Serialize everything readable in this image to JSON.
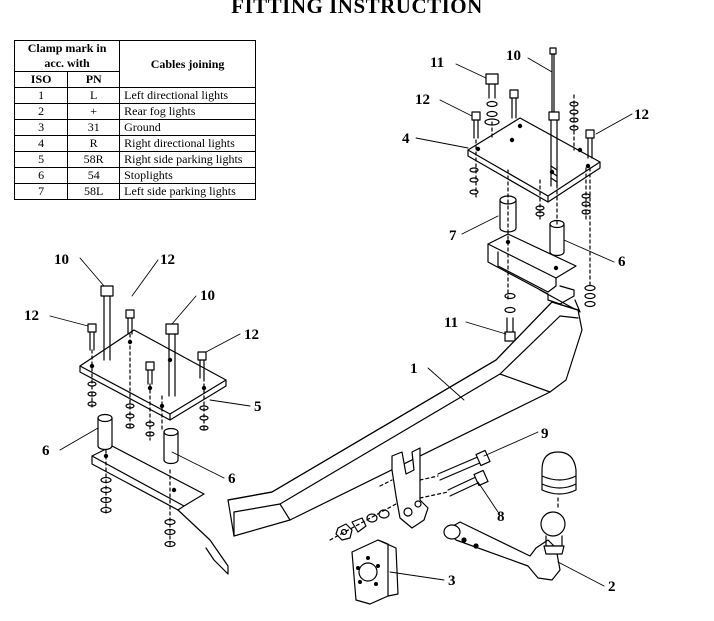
{
  "title": "FITTING INSTRUCTION",
  "table": {
    "header_clamp": "Clamp mark in acc. with",
    "header_iso": "ISO",
    "header_pn": "PN",
    "header_cables": "Cables joining",
    "rows": [
      {
        "iso": "1",
        "pn": "L",
        "cable": "Left directional lights"
      },
      {
        "iso": "2",
        "pn": "+",
        "cable": "Rear fog lights"
      },
      {
        "iso": "3",
        "pn": "31",
        "cable": "Ground"
      },
      {
        "iso": "4",
        "pn": "R",
        "cable": "Right directional lights"
      },
      {
        "iso": "5",
        "pn": "58R",
        "cable": "Right side parking lights"
      },
      {
        "iso": "6",
        "pn": "54",
        "cable": "Stoplights"
      },
      {
        "iso": "7",
        "pn": "58L",
        "cable": "Left side parking lights"
      }
    ]
  },
  "callouts": {
    "c11a": "11",
    "c10a": "10",
    "c12a": "12",
    "c12b": "12",
    "c4": "4",
    "c7": "7",
    "c6a": "6",
    "c11b": "11",
    "c10b": "10",
    "c12c": "12",
    "c12d": "12",
    "c10c": "10",
    "c12e": "12",
    "c5": "5",
    "c6b": "6",
    "c6c": "6",
    "c1": "1",
    "c9": "9",
    "c8": "8",
    "c3": "3",
    "c2": "2"
  }
}
